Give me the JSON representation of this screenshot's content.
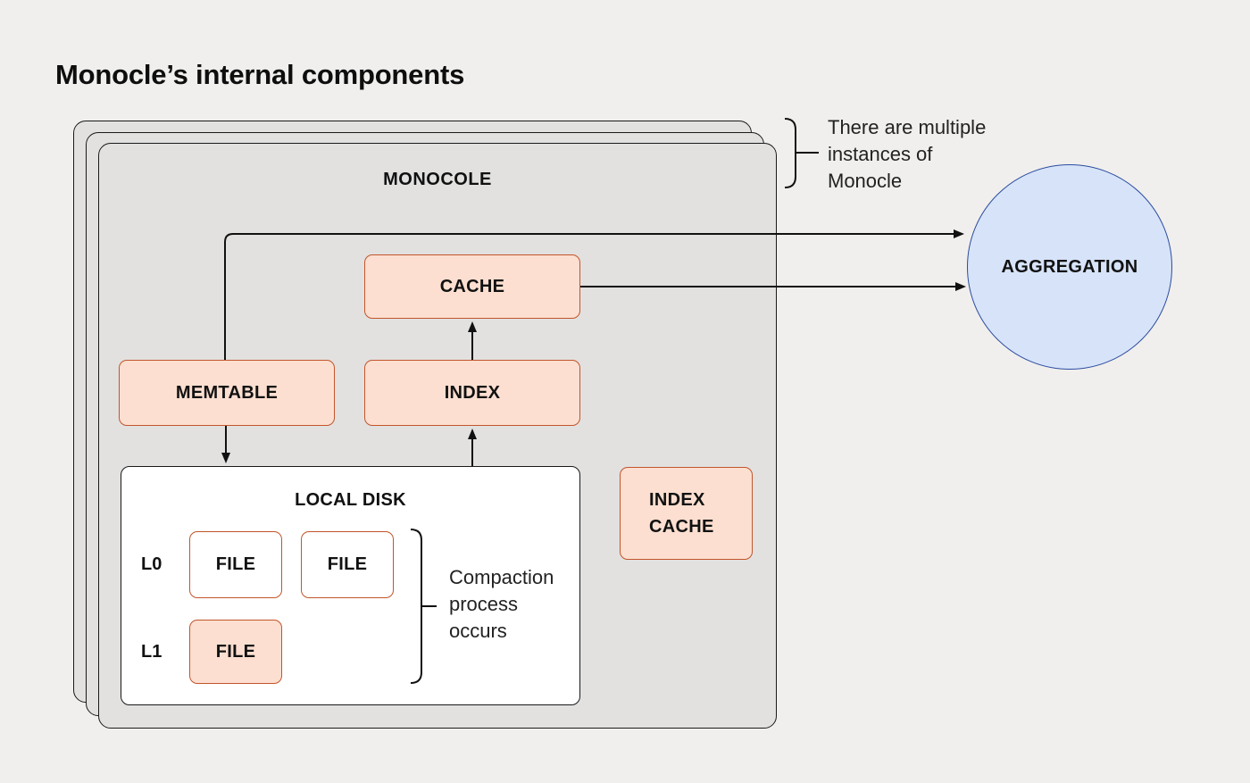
{
  "title": "Monocle’s internal components",
  "container": {
    "label": "MONOCOLE"
  },
  "nodes": {
    "cache": {
      "label": "CACHE"
    },
    "memtable": {
      "label": "MEMTABLE"
    },
    "index": {
      "label": "INDEX"
    },
    "index_cache": {
      "line1": "INDEX",
      "line2": "CACHE"
    },
    "aggregation": {
      "label": "AGGREGATION"
    }
  },
  "local_disk": {
    "title": "LOCAL DISK",
    "levels": [
      {
        "label": "L0",
        "files": [
          "FILE",
          "FILE"
        ]
      },
      {
        "label": "L1",
        "files": [
          "FILE"
        ]
      }
    ]
  },
  "annotations": {
    "instances": {
      "line1": "There are multiple",
      "line2": "instances of",
      "line3": "Monocle"
    },
    "compaction": {
      "line1": "Compaction",
      "line2": "process",
      "line3": "occurs"
    }
  },
  "colors": {
    "page_bg": "#f0efed",
    "container_bg": "#e2e1e0",
    "component_fill": "#fcdfd0",
    "component_border": "#c2552b",
    "aggregation_fill": "#d7e3f8",
    "aggregation_border": "#2b4ca0",
    "line": "#1a1a1a"
  }
}
